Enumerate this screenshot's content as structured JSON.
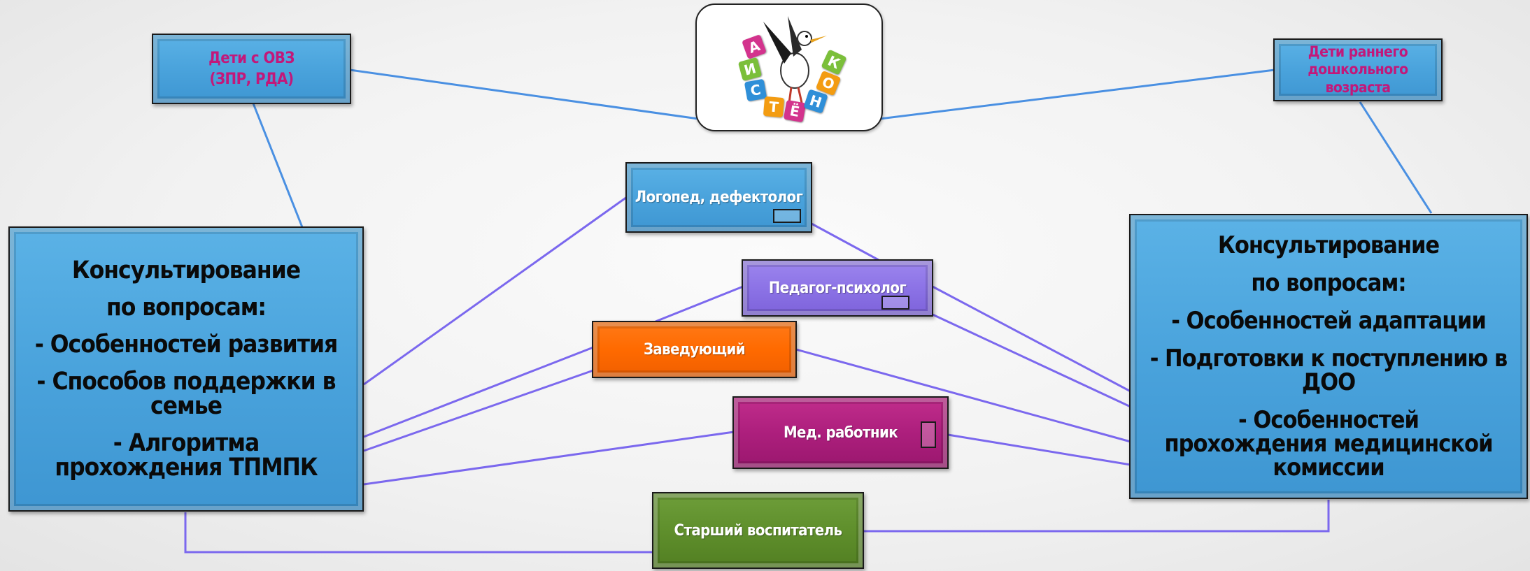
{
  "logo": {
    "letters": [
      "А",
      "И",
      "С",
      "Т",
      "Ё",
      "Н",
      "О",
      "К"
    ]
  },
  "nodes": {
    "ovz": "Дети с ОВЗ\n(ЗПР, РДА)",
    "early": "Дети раннего\nдошкольного\nвозраста",
    "logoped": "Логопед, дефектолог",
    "psychologist": "Педагог-психолог",
    "head": "Заведующий",
    "medic": "Мед. работник",
    "senior": "Старший воспитатель"
  },
  "consult_left": {
    "lines": [
      "Консультирование",
      "по вопросам:",
      "- Особенностей развития",
      "- Способов поддержки в семье",
      "- Алгоритма прохождения ТПМПК"
    ]
  },
  "consult_right": {
    "lines": [
      "Консультирование",
      "по вопросам:",
      "- Особенностей адаптации",
      "- Подготовки к поступлению в ДОО",
      "- Особенностей прохождения медицинской комиссии"
    ]
  },
  "colors": {
    "line_blue": "#4a90e2",
    "line_purple": "#7b68ee",
    "box_blue": "#4aa3dc",
    "box_purple": "#8c73e6",
    "box_orange": "#ff6a00",
    "box_magenta": "#ad1f7d",
    "box_green": "#5f8f2c",
    "accent_text": "#c2187a"
  }
}
